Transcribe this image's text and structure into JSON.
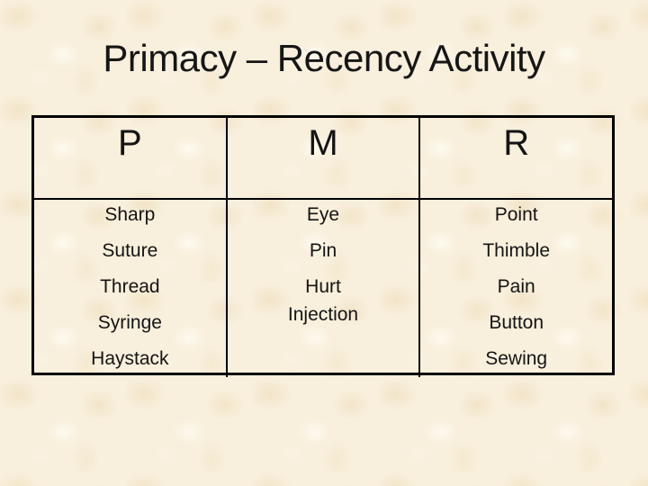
{
  "slide": {
    "title": "Primacy – Recency Activity",
    "table": {
      "columns": [
        {
          "header": "P",
          "words": [
            "Sharp",
            "Suture",
            "Thread",
            "Syringe",
            "Haystack"
          ]
        },
        {
          "header": "M",
          "words": [
            "Eye",
            "Pin",
            "Hurt",
            "Injection"
          ]
        },
        {
          "header": "R",
          "words": [
            "Point",
            "Thimble",
            "Pain",
            "Button",
            "Sewing"
          ]
        }
      ]
    },
    "colors": {
      "background": "#f8efdc",
      "text": "#141414",
      "border": "#000000"
    }
  }
}
